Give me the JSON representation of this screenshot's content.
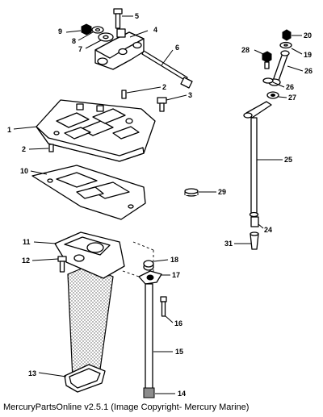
{
  "footer": {
    "text": "MercuryPartsOnline v2.5.1 (Image Copyright- Mercury Marine)"
  },
  "callouts": {
    "c1": "1",
    "c2a": "2",
    "c2b": "2",
    "c3": "3",
    "c4": "4",
    "c5": "5",
    "c6": "6",
    "c7": "7",
    "c8": "8",
    "c9": "9",
    "c10": "10",
    "c11": "11",
    "c12": "12",
    "c13": "13",
    "c14": "14",
    "c15": "15",
    "c16": "16",
    "c17": "17",
    "c18": "18",
    "c19": "19",
    "c20": "20",
    "c24": "24",
    "c25": "25",
    "c26a": "26",
    "c26b": "26",
    "c27": "27",
    "c28": "28",
    "c29": "29",
    "c31": "31"
  }
}
